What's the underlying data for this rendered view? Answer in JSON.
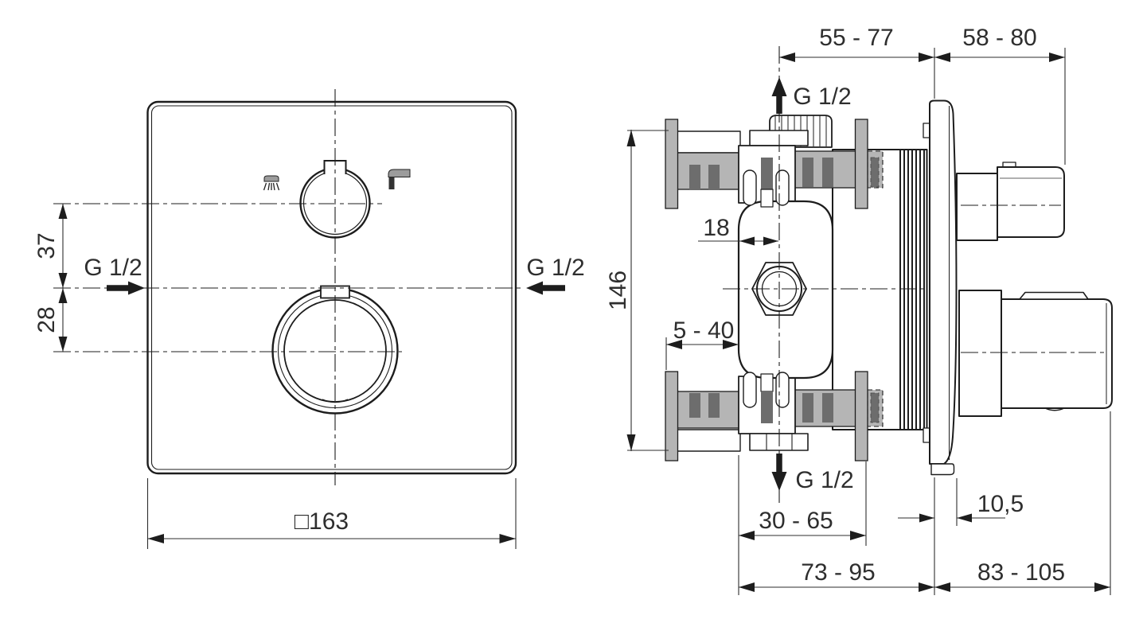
{
  "drawing": {
    "front_view": {
      "dim_offset_upper": "37",
      "dim_offset_lower": "28",
      "connection_left": "G 1/2",
      "connection_right": "G 1/2",
      "dim_plate_width": "□163"
    },
    "side_view": {
      "dim_depth_rear": "55 - 77",
      "dim_depth_front": "58 - 80",
      "dim_height": "146",
      "dim_axis_to_face": "18",
      "dim_wall_range": "5 - 40",
      "connection_top": "G 1/2",
      "connection_bottom": "G 1/2",
      "dim_body_depth": "30 - 65",
      "dim_plate_thickness": "10,5",
      "dim_total_rear": "73 - 95",
      "dim_total_front": "83 - 105"
    },
    "icons": {
      "upper_knob_left": "hand-shower",
      "upper_knob_right": "bath-spout"
    },
    "colors": {
      "line": "#1d1d1d",
      "text": "#2e2e2e",
      "bracket_gray": "#b5b5b5",
      "slot_dark_gray": "#6d6d6d",
      "icon_gray": "#9c9c9c",
      "background": "#ffffff"
    }
  }
}
